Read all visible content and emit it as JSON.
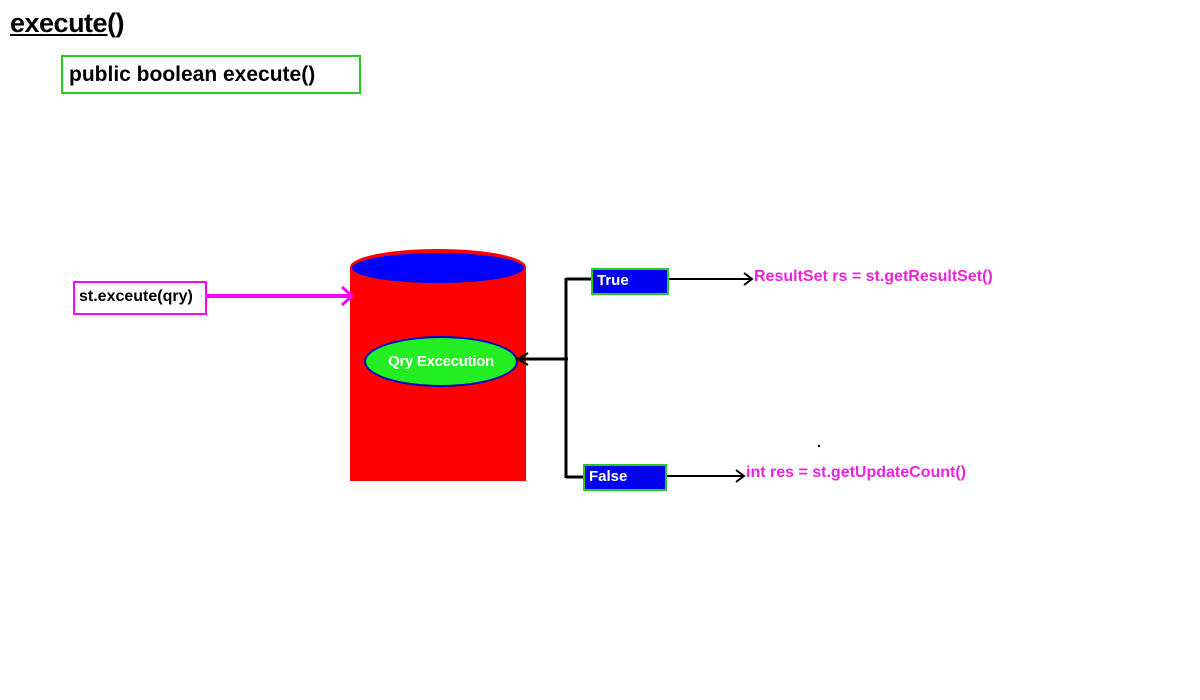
{
  "title": "execute()",
  "signature": "public boolean execute()",
  "input_call": "st.exceute(qry)",
  "process_label": "Qry Excecution",
  "branches": {
    "true_label": "True",
    "false_label": "False",
    "true_result": "ResultSet rs = st.getResultSet()",
    "false_result": "int res = st.getUpdateCount()"
  },
  "colors": {
    "cylinder_body": "#ff0000",
    "cylinder_top": "#0000ff",
    "process_fill": "#22ee22",
    "branch_box_fill": "#0000ee",
    "branch_box_border": "#22cc22",
    "result_text": "#ee22dd",
    "input_arrow": "#ff00ff"
  }
}
